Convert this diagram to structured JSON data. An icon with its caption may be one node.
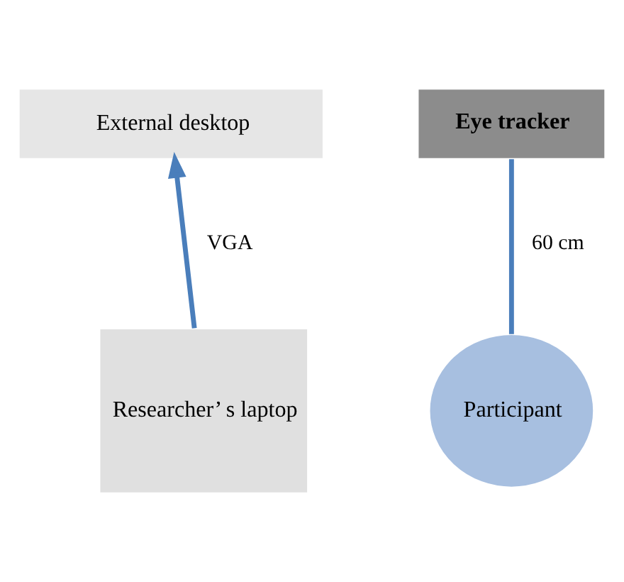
{
  "diagram": {
    "nodes": [
      {
        "text": [
          "External desktop"
        ]
      },
      {
        "text": [
          "Eye tracker"
        ]
      },
      {
        "text": [
          "Researcher’ s laptop"
        ]
      },
      {
        "text": [
          "Participant"
        ]
      }
    ],
    "edges": [
      {
        "from": 2,
        "to": 0,
        "arrow": "to",
        "label": "VGA"
      },
      {
        "from": 1,
        "to": 3,
        "arrow": "none",
        "label": "60 cm"
      }
    ]
  }
}
